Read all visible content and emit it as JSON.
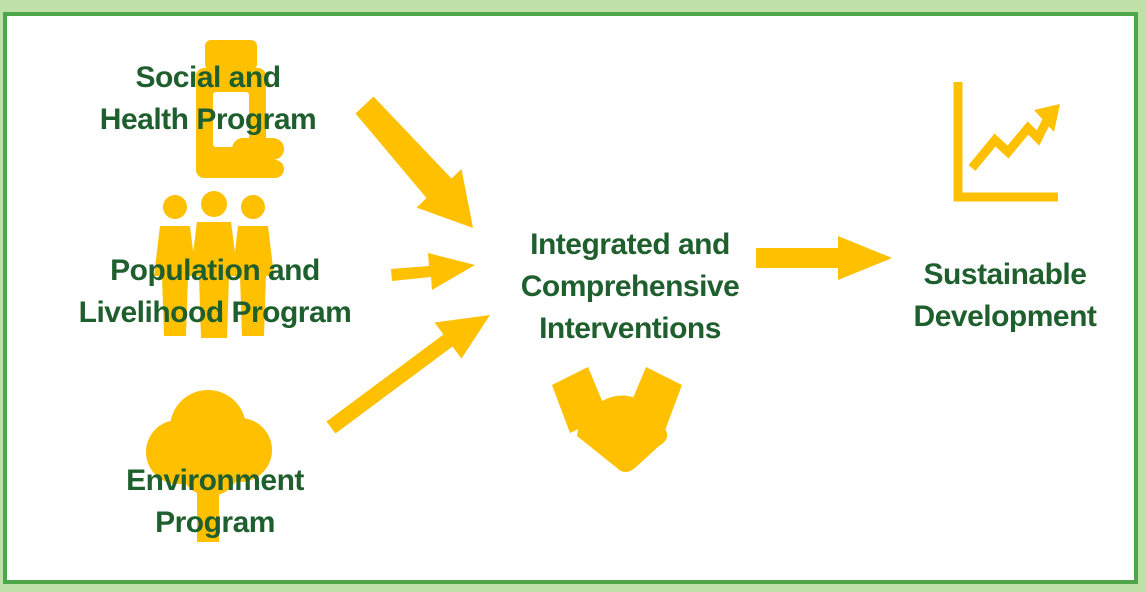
{
  "colors": {
    "icon": "#ffc000",
    "text": "#1f5f2e",
    "border": "#4da64a",
    "background": "#ffffff"
  },
  "nodes": {
    "social_health": {
      "lines": [
        "Social and",
        "Health Program"
      ],
      "icon": "medicine-bottle-pills-icon"
    },
    "population_livelihood": {
      "lines": [
        "Population and",
        "Livelihood Program"
      ],
      "icon": "people-group-icon"
    },
    "environment": {
      "lines": [
        "Environment",
        "Program"
      ],
      "icon": "tree-icon"
    },
    "integrated": {
      "lines": [
        "Integrated and",
        "Comprehensive",
        "Interventions"
      ],
      "icon": "handshake-icon"
    },
    "sustainable": {
      "lines": [
        "Sustainable",
        "Development"
      ],
      "icon": "growth-chart-icon"
    }
  },
  "edges": [
    {
      "from": "social_health",
      "to": "integrated"
    },
    {
      "from": "population_livelihood",
      "to": "integrated"
    },
    {
      "from": "environment",
      "to": "integrated"
    },
    {
      "from": "integrated",
      "to": "sustainable"
    }
  ]
}
